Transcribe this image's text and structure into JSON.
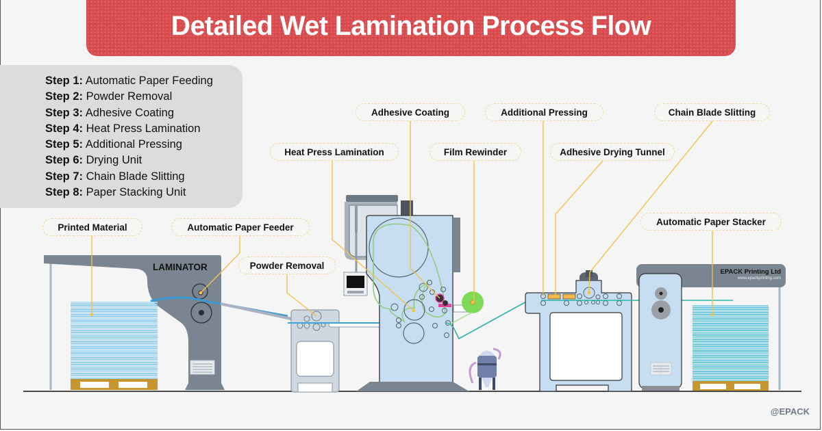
{
  "header": {
    "title": "Detailed Wet Lamination Process Flow"
  },
  "steps": [
    {
      "num": "Step 1:",
      "label": "Automatic Paper Feeding"
    },
    {
      "num": "Step 2:",
      "label": "Powder Removal"
    },
    {
      "num": "Step 3:",
      "label": "Adhesive Coating"
    },
    {
      "num": "Step 4:",
      "label": "Heat Press Lamination"
    },
    {
      "num": "Step 5:",
      "label": "Additional Pressing"
    },
    {
      "num": "Step 6:",
      "label": "Drying Unit"
    },
    {
      "num": "Step 7:",
      "label": "Chain Blade Slitting"
    },
    {
      "num": "Step 8:",
      "label": "Paper Stacking Unit"
    }
  ],
  "callouts": {
    "printed_material": "Printed Material",
    "automatic_paper_feeder": "Automatic Paper Feeder",
    "powder_removal": "Powder Removal",
    "heat_press_lamination": "Heat Press Lamination",
    "adhesive_coating": "Adhesive Coating",
    "film_rewinder": "Film Rewinder",
    "additional_pressing": "Additional Pressing",
    "adhesive_drying_tunnel": "Adhesive Drying Tunnel",
    "chain_blade_slitting": "Chain Blade Slitting",
    "automatic_paper_stacker": "Automatic Paper Stacker"
  },
  "machine_labels": {
    "laminator": "LAMINATOR",
    "company_name": "EPACK Printing Ltd",
    "company_url": "www.epackprinting.com"
  },
  "footer": {
    "brand": "@EPACK"
  },
  "colors": {
    "banner": "#d84b4e",
    "callout_line": "#f2c14e",
    "machine_grey": "#7a8591",
    "machine_blue": "#c6ddf2",
    "paper_blue": "#5fb8e6",
    "film_green": "#7ed957",
    "pallet": "#c8962e"
  }
}
